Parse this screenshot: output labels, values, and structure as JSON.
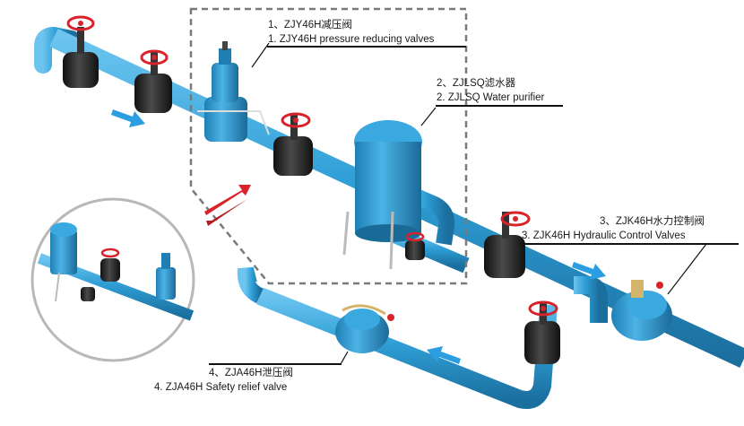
{
  "labels": {
    "reducing_cn": "1、ZJY46H减压阀",
    "reducing_en": "1. ZJY46H pressure reducing valves",
    "purifier_cn": "2、ZJLSQ滤水器",
    "purifier_en": "2. ZJLSQ Water purifier",
    "hydraulic_cn": "3、ZJK46H水力控制阀",
    "hydraulic_en": "3. ZJK46H Hydraulic Control Valves",
    "relief_cn": "4、ZJA46H泄压阀",
    "relief_en": "4. ZJA46H Safety relief valve"
  },
  "colors": {
    "pipe": "#2f9fd6",
    "pipe_dark": "#1f7fb4",
    "valve_body": "#2a2a2a",
    "handwheel": "#d8232a",
    "flow_arrow": "#2a9ee0",
    "zoom_arrow": "#d8232a",
    "dashed_box": "#7a7a7a"
  }
}
